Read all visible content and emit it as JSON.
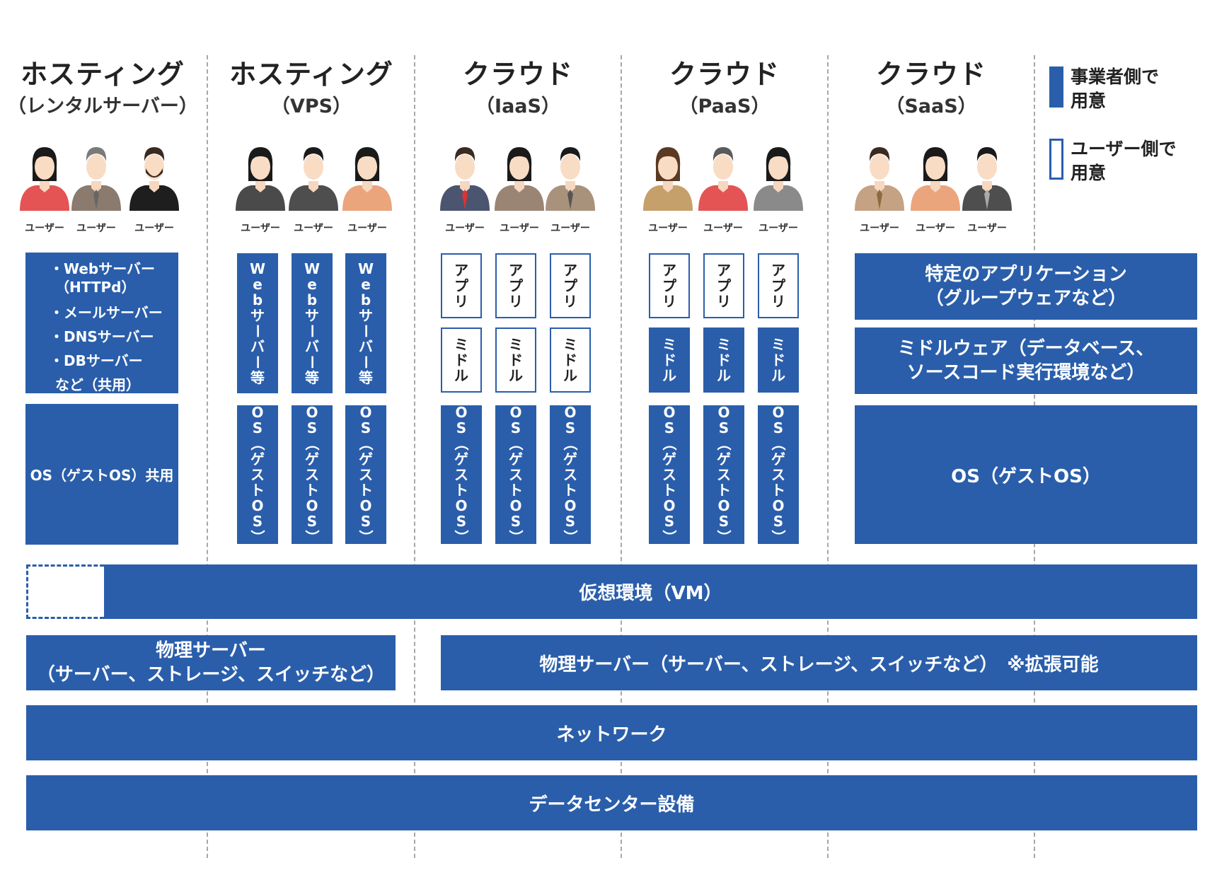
{
  "legend": {
    "provider": "事業者側で用意",
    "provider_line1": "事業者側で",
    "provider_line2": "用意",
    "user": "ユーザー側で用意",
    "user_line1": "ユーザー側で",
    "user_line2": "用意",
    "provider_color": "#2a5eab",
    "user_color": "#ffffff"
  },
  "columns": [
    {
      "title": "ホスティング",
      "subtitle": "（レンタルサーバー）"
    },
    {
      "title": "ホスティング",
      "subtitle": "（VPS）"
    },
    {
      "title": "クラウド",
      "subtitle": "（IaaS）"
    },
    {
      "title": "クラウド",
      "subtitle": "（PaaS）"
    },
    {
      "title": "クラウド",
      "subtitle": "（SaaS）"
    }
  ],
  "user_label": "ユーザー",
  "rental": {
    "services": [
      "・Webサーバー",
      "（HTTPd）",
      "・メールサーバー",
      "・DNSサーバー",
      "・DBサーバー",
      "など（共用）"
    ],
    "os": "OS（ゲストOS）共用"
  },
  "vps": {
    "web": "Webサーバー等",
    "os": "OS（ゲストOS）"
  },
  "iaas": {
    "app": "アプリ",
    "middle": "ミドル",
    "os": "OS（ゲストOS）"
  },
  "paas": {
    "app": "アプリ",
    "middle": "ミドル",
    "os": "OS（ゲストOS）"
  },
  "saas": {
    "app_line1": "特定のアプリケーション",
    "app_line2": "（グループウェアなど）",
    "middle_line1": "ミドルウェア（データベース、",
    "middle_line2": "ソースコード実行環境など）",
    "os": "OS（ゲストOS）"
  },
  "layers": {
    "vm": "仮想環境（VM）",
    "physical_left_line1": "物理サーバー",
    "physical_left_line2": "（サーバー、ストレージ、スイッチなど）",
    "physical_right": "物理サーバー（サーバー、ストレージ、スイッチなど）　※拡張可能",
    "network": "ネットワーク",
    "datacenter": "データセンター設備"
  }
}
